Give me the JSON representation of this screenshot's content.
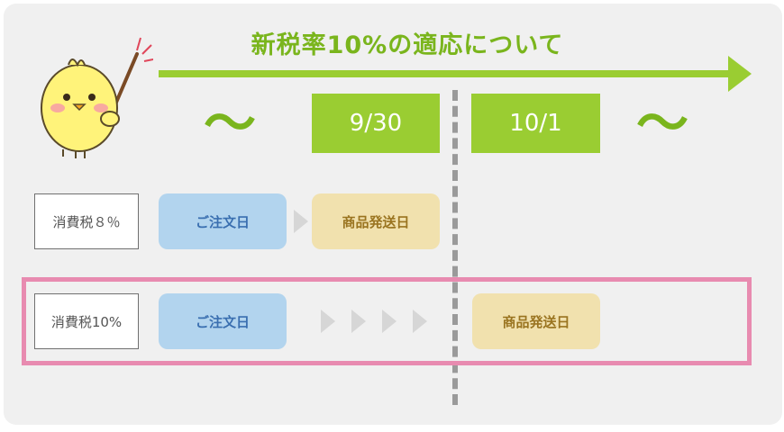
{
  "header": {
    "title": "新税率10%の適応について"
  },
  "timeline": {
    "tilde_left": "〜",
    "tilde_right": "〜",
    "date_before": "9/30",
    "date_after": "10/1"
  },
  "rows": [
    {
      "label": "消費税８％",
      "order": "ご注文日",
      "ship": "商品発送日"
    },
    {
      "label": "消費税10%",
      "order": "ご注文日",
      "ship": "商品発送日"
    }
  ],
  "colors": {
    "accent_green": "#9acd32",
    "title_green": "#7ab51d",
    "order_blue": "#b2d4ee",
    "ship_beige": "#f1e1ae",
    "highlight_pink": "#e88bb0",
    "divider_gray": "#9a9a9a"
  }
}
